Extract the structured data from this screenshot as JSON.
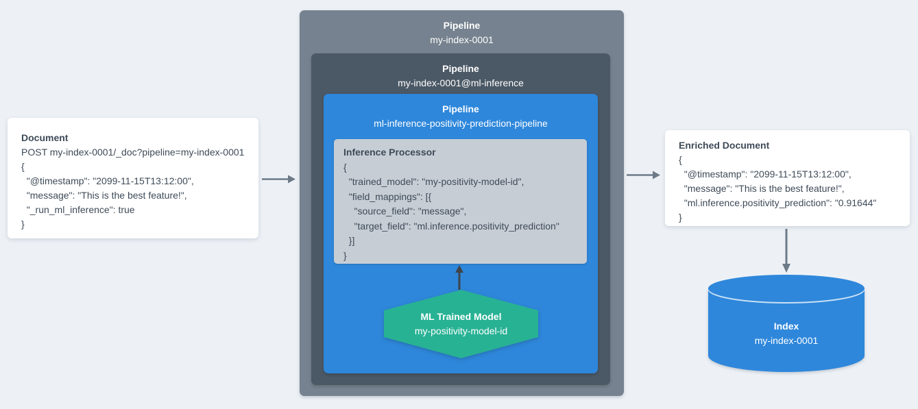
{
  "diagram": {
    "document_card": {
      "title": "Document",
      "lines": [
        "POST my-index-0001/_doc?pipeline=my-index-0001",
        "{",
        "  \"@timestamp\": \"2099-11-15T13:12:00\",",
        "  \"message\": \"This is the best feature!\",",
        "  \"_run_ml_inference\": true",
        "}"
      ]
    },
    "outer_pipeline": {
      "label": "Pipeline",
      "name": "my-index-0001"
    },
    "ml_inference_pipeline": {
      "label": "Pipeline",
      "name": "my-index-0001@ml-inference"
    },
    "prediction_pipeline": {
      "label": "Pipeline",
      "name": "ml-inference-positivity-prediction-pipeline"
    },
    "inference_processor": {
      "title": "Inference Processor",
      "lines": [
        "{",
        "  \"trained_model\": \"my-positivity-model-id\",",
        "  \"field_mappings\": [{",
        "    \"source_field\": \"message\",",
        "    \"target_field\": \"ml.inference.positivity_prediction\"",
        "  }]",
        "}"
      ]
    },
    "ml_trained_model": {
      "title": "ML Trained Model",
      "name": "my-positivity-model-id"
    },
    "enriched_document_card": {
      "title": "Enriched Document",
      "lines": [
        "{",
        "  \"@timestamp\": \"2099-11-15T13:12:00\",",
        "  \"message\": \"This is the best feature!\",",
        "  \"ml.inference.positivity_prediction\": \"0.91644\"",
        "}"
      ]
    },
    "index": {
      "label": "Index",
      "name": "my-index-0001"
    }
  },
  "colors": {
    "background": "#EDF1F6",
    "outer_pipeline_box": "#76828F",
    "ml_inference_pipeline_box": "#4B5865",
    "prediction_pipeline_box": "#2E87DB",
    "processor_box": "#C6CDD5",
    "model_hexagon": "#28B294",
    "index_cylinder": "#2E87DB",
    "card_background": "#FFFFFF",
    "text_dark": "#3E4A57",
    "arrow_gray": "#6D7A87",
    "arrow_dark": "#3F444A"
  }
}
